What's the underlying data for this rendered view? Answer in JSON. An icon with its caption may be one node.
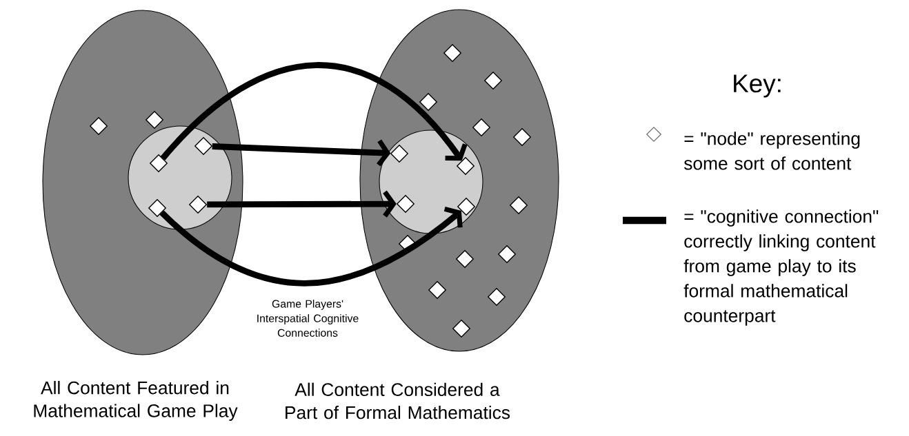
{
  "diagram": {
    "nodes": [
      {
        "text": [
          "All Content Featured in Mathematical Game Play"
        ]
      },
      {
        "text": [],
        "shape": "circle",
        "in": 0
      },
      {
        "text": [],
        "shape": "diamond",
        "in": 0
      },
      {
        "text": [],
        "shape": "diamond",
        "in": 0
      },
      {
        "text": [],
        "shape": "diamond",
        "in": 1
      },
      {
        "text": [],
        "shape": "diamond",
        "in": 1
      },
      {
        "text": [],
        "shape": "diamond",
        "in": 1
      },
      {
        "text": [],
        "shape": "diamond",
        "in": 1
      },
      {
        "text": [
          "All Content Considered a Part of Formal Mathematics"
        ]
      },
      {
        "text": [],
        "shape": "circle",
        "in": 8
      },
      {
        "text": [],
        "shape": "diamond",
        "in": 8
      },
      {
        "text": [],
        "shape": "diamond",
        "in": 8
      },
      {
        "text": [],
        "shape": "diamond",
        "in": 8
      },
      {
        "text": [],
        "shape": "diamond",
        "in": 8
      },
      {
        "text": [],
        "shape": "diamond",
        "in": 8
      },
      {
        "text": [],
        "shape": "diamond",
        "in": 9
      },
      {
        "text": [],
        "shape": "diamond",
        "in": 9
      },
      {
        "text": [],
        "shape": "diamond",
        "in": 9
      },
      {
        "text": [],
        "shape": "diamond",
        "in": 9
      },
      {
        "text": [],
        "shape": "diamond",
        "in": 8
      },
      {
        "text": [],
        "shape": "diamond",
        "in": 8
      },
      {
        "text": [],
        "shape": "diamond",
        "in": 8
      },
      {
        "text": [],
        "shape": "diamond",
        "in": 8
      },
      {
        "text": [],
        "shape": "diamond",
        "in": 8
      },
      {
        "text": [],
        "shape": "diamond",
        "in": 8
      },
      {
        "text": [],
        "shape": "diamond",
        "in": 8
      }
    ],
    "edges": [
      {
        "from": 4,
        "to": 16,
        "arrow": "to"
      },
      {
        "from": 5,
        "to": 15,
        "arrow": "to"
      },
      {
        "from": 7,
        "to": 17,
        "arrow": "to"
      },
      {
        "from": 6,
        "to": 18,
        "arrow": "to"
      }
    ],
    "labels": [
      "Game Players' Interspatial Cognitive Connections",
      "Key:"
    ],
    "legend": [
      {
        "text": "= \"node\" representing some sort of content"
      },
      {
        "text": "= \"cognitive connection\" correctly linking content from game play to its formal mathematical counterpart"
      }
    ]
  }
}
